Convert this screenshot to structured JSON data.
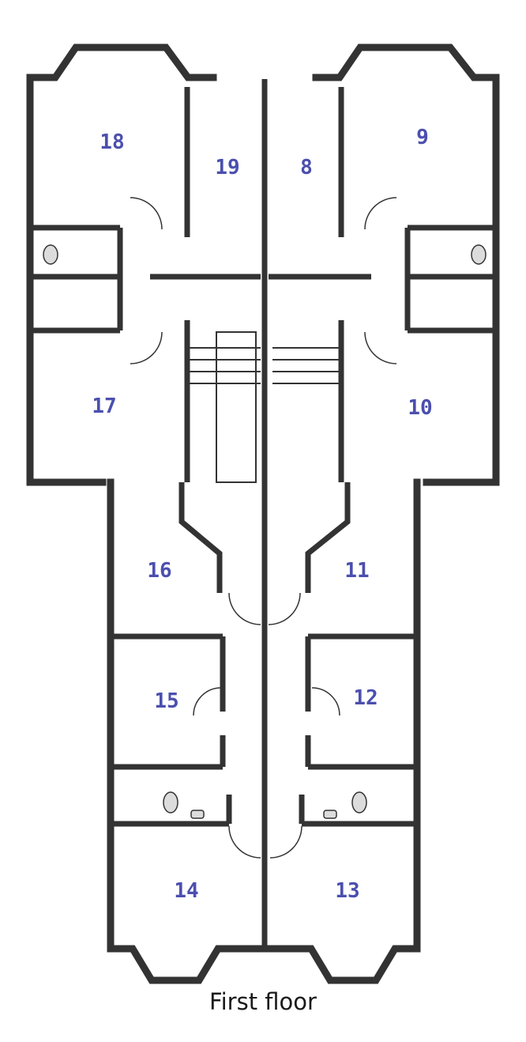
{
  "floor_label": "First floor",
  "rooms": [
    "18",
    "19",
    "8",
    "9",
    "17",
    "10",
    "16",
    "11",
    "15",
    "12",
    "14",
    "13"
  ],
  "colors": {
    "wall": "#333333",
    "room_number": "#4b4fae",
    "fixture_fill": "#dcdcdc",
    "window_frame": "#4a4a4a"
  },
  "icons": [
    "toilet-icon",
    "basin-icon",
    "door-swing-icon",
    "staircase-icon"
  ]
}
